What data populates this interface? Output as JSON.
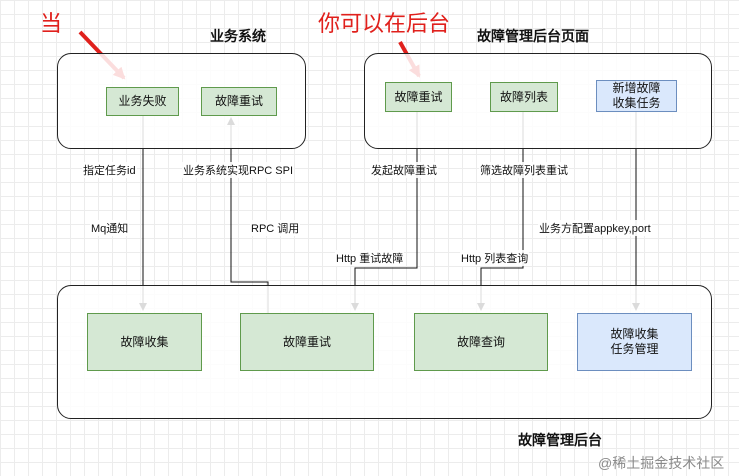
{
  "annotations": {
    "dang": "当",
    "ni_keyi": "你可以在后台"
  },
  "containers": {
    "business_system": {
      "title": "业务系统"
    },
    "fault_admin_page": {
      "title": "故障管理后台页面"
    },
    "fault_admin_backend": {
      "title": "故障管理后台"
    }
  },
  "nodes": {
    "biz_failure": "业务失败",
    "biz_fault_retry": "故障重试",
    "page_fault_retry": "故障重试",
    "page_fault_list": "故障列表",
    "page_new_task": "新增故障\n收集任务",
    "backend_collect": "故障收集",
    "backend_retry": "故障重试",
    "backend_query": "故障查询",
    "backend_task_mgmt": "故障收集\n任务管理"
  },
  "edge_labels": {
    "specify_task_id": "指定任务id",
    "mq_notify": "Mq通知",
    "rpc_spi": "业务系统实现RPC SPI",
    "rpc_call": "RPC 调用",
    "initiate_retry": "发起故障重试",
    "http_retry": "Http 重试故障",
    "filter_retry": "筛选故障列表重试",
    "http_list_query": "Http 列表查询",
    "config_appkey": "业务方配置appkey,port"
  },
  "watermark": "@稀土掘金技术社区",
  "colors": {
    "annotation_red": "#e0201c",
    "node_green": "#d5e8d4",
    "node_blue": "#dae8fc",
    "border_green": "#5f9a4c",
    "border_blue": "#6c8ebf"
  }
}
